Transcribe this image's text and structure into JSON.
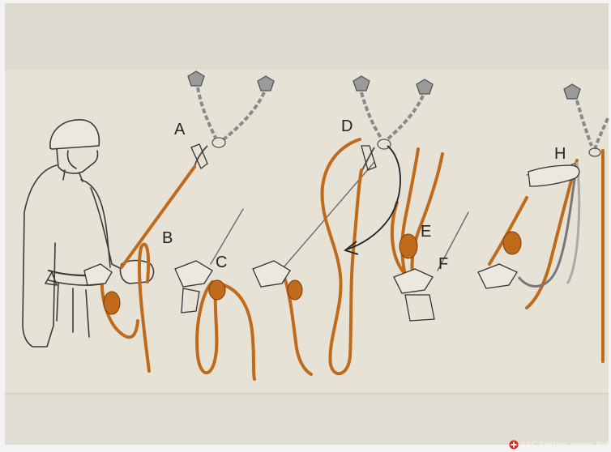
{
  "colors": {
    "rope": "#c06a1c",
    "paper": "#e8e3d8",
    "border": "#f1f2f3",
    "line": "#3a3a3a"
  },
  "labels": {
    "A": "A",
    "B": "B",
    "C": "C",
    "D": "D",
    "E": "E",
    "F": "F",
    "H": "H"
  },
  "credit": {
    "logo_icon": "sac-cross-logo-icon",
    "text": "SAC Sektion Hoher Rohr"
  }
}
